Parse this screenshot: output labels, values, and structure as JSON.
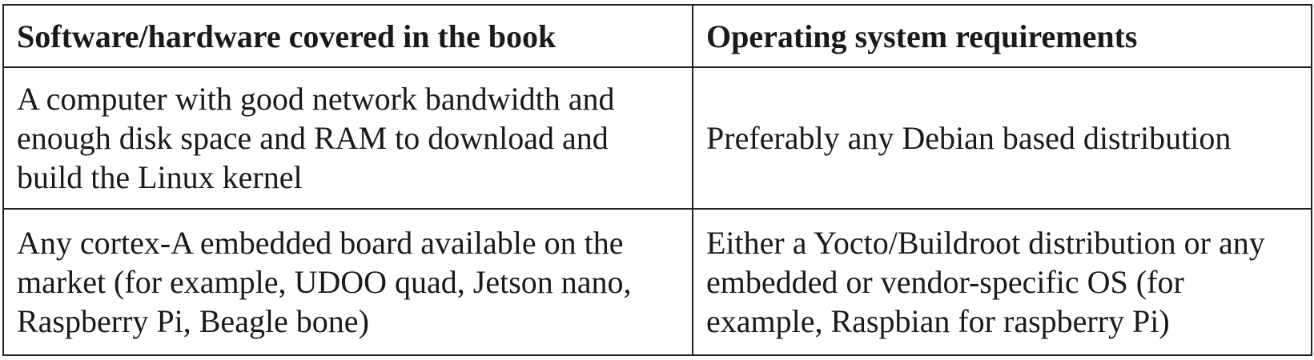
{
  "table": {
    "headers": [
      "Software/hardware covered in the book",
      "Operating system requirements"
    ],
    "rows": [
      {
        "software": "A computer with good network bandwidth and enough disk space and RAM to download and build the Linux kernel",
        "os": "Preferably any Debian based distribution"
      },
      {
        "software": "Any cortex-A embedded board available on the market (for example, UDOO quad, Jetson nano, Raspberry Pi, Beagle bone)",
        "os": "Either a Yocto/Buildroot distribution or any embedded or vendor-specific OS (for example, Raspbian for raspberry Pi)"
      }
    ]
  }
}
